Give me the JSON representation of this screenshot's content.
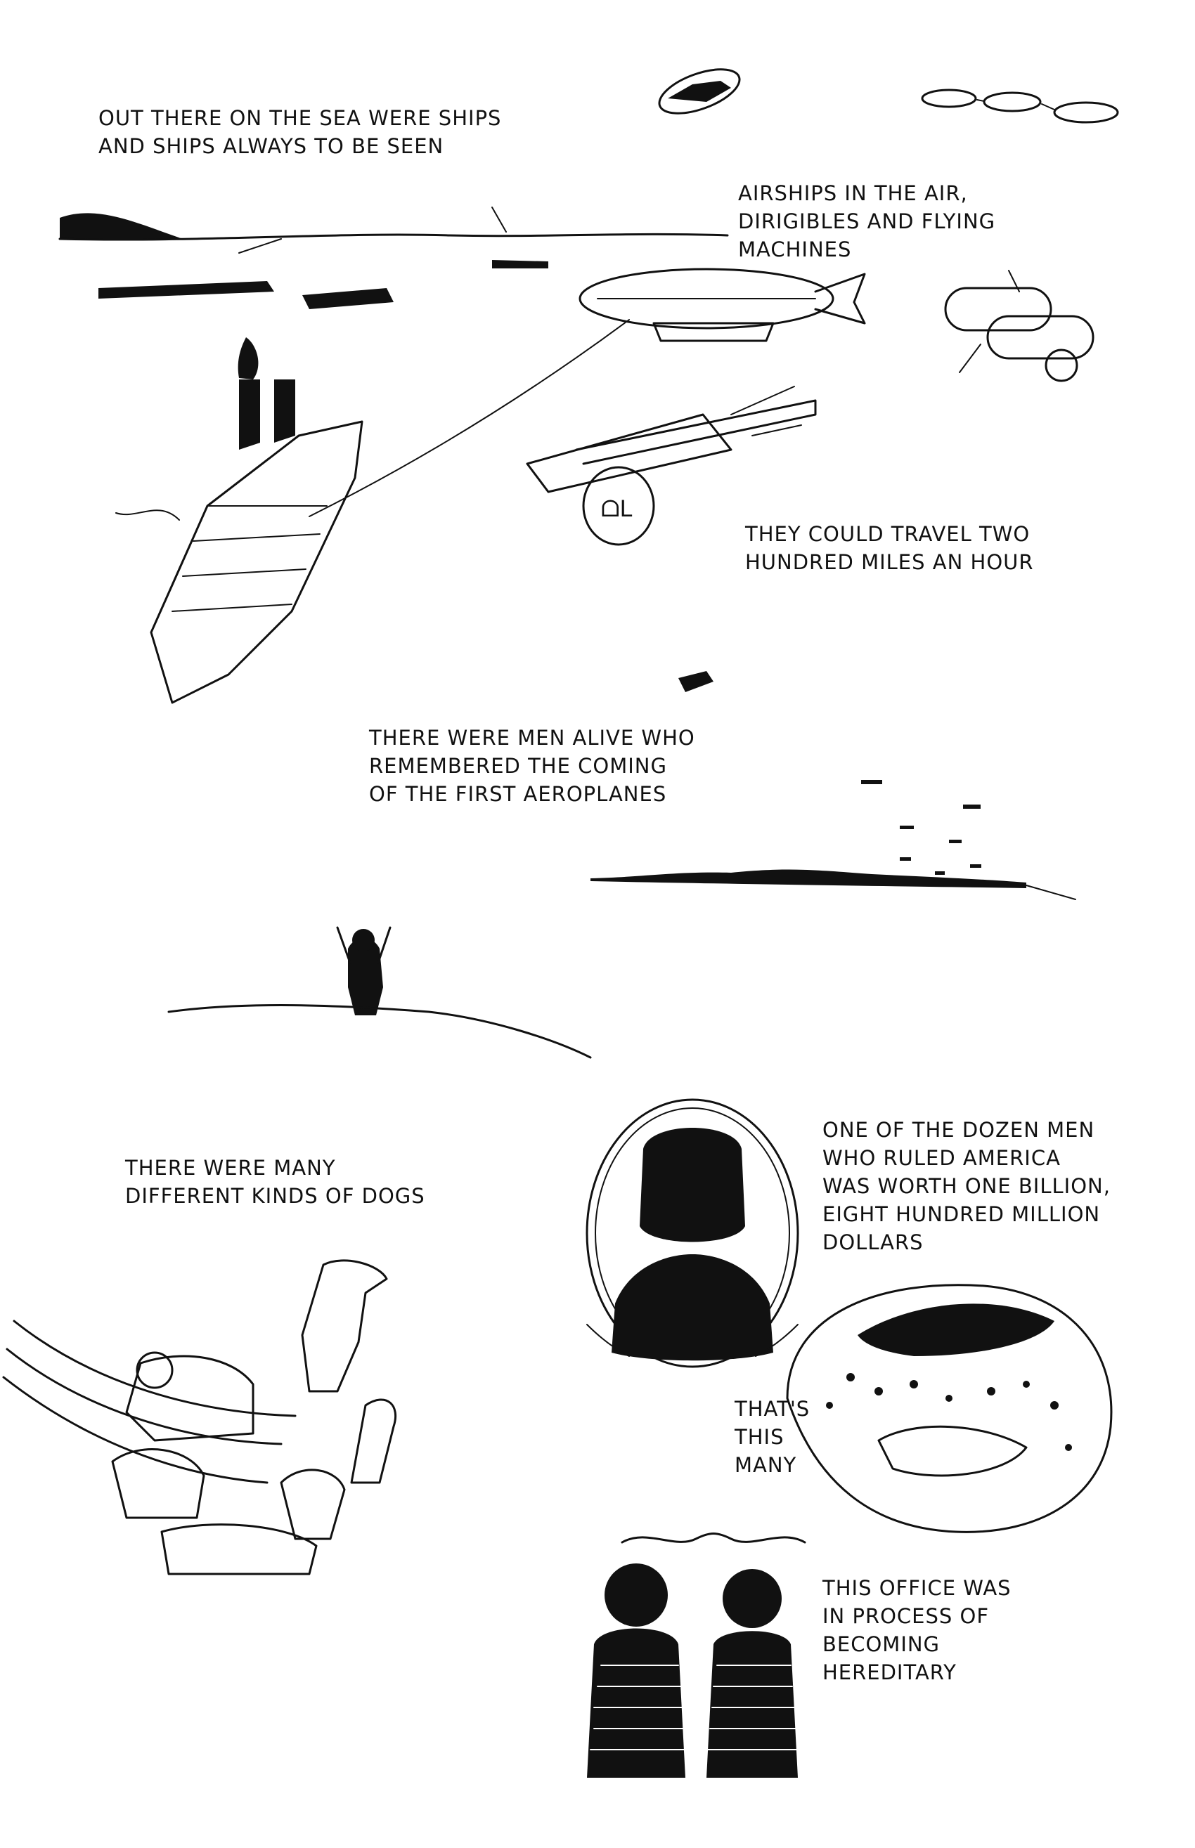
{
  "captions": {
    "ships": [
      "OUT THERE ON THE SEA WERE SHIPS",
      "AND SHIPS ALWAYS TO BE SEEN"
    ],
    "airships": [
      "AIRSHIPS IN THE AIR,",
      "DIRIGIBLES AND FLYING",
      "MACHINES"
    ],
    "speed": [
      "THEY COULD TRAVEL TWO",
      "HUNDRED MILES AN HOUR"
    ],
    "aeroplanes": [
      "THERE WERE MEN ALIVE WHO",
      "REMEMBERED THE COMING",
      "OF THE FIRST AEROPLANES"
    ],
    "dogs": [
      "THERE WERE MANY",
      "DIFFERENT KINDS OF DOGS"
    ],
    "rulers": [
      "ONE OF THE DOZEN MEN",
      "WHO RULED AMERICA",
      "WAS WORTH ONE BILLION,",
      "EIGHT HUNDRED MILLION",
      "DOLLARS"
    ],
    "this_many": [
      "THAT'S",
      "THIS",
      "MANY"
    ],
    "office": [
      "THIS OFFICE WAS",
      "IN PROCESS OF",
      "BECOMING",
      "HEREDITARY"
    ]
  },
  "illustration_text": {
    "blimp_gondola_mark": "ᗝL"
  },
  "colors": {
    "ink": "#111111",
    "paper": "#ffffff"
  },
  "icons": [
    "steamship-icon",
    "dirigible-icon",
    "biplane-icon",
    "flying-machine-icon",
    "child-silhouette-icon",
    "portrait-silhouette-icon",
    "dog-pack-icon",
    "heirs-silhouette-icon"
  ]
}
